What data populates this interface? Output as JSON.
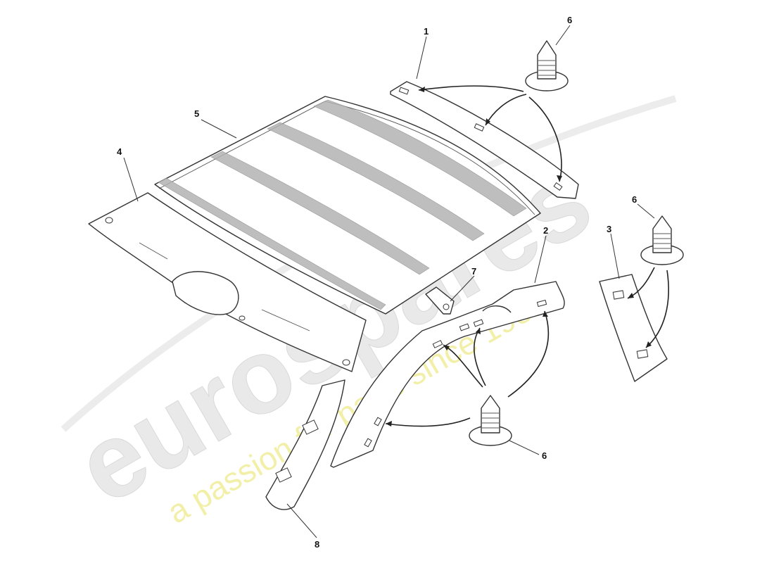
{
  "watermark": {
    "brand": "eurospares",
    "tagline": "a passion for parts since 1985",
    "brand_color": "#e9e9e9",
    "tagline_color": "#f2f0a8"
  },
  "callouts": {
    "c1": "1",
    "c2": "2",
    "c3": "3",
    "c4": "4",
    "c5": "5",
    "c6_top": "6",
    "c6_right": "6",
    "c6_bottom": "6",
    "c7": "7",
    "c8": "8"
  }
}
